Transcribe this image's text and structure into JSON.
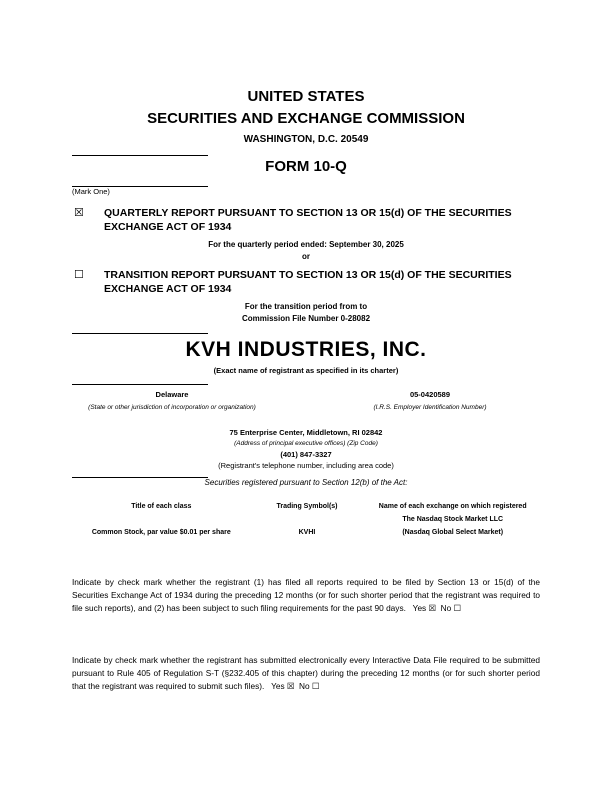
{
  "header": {
    "line1": "UNITED STATES",
    "line2": "SECURITIES AND EXCHANGE COMMISSION",
    "line3": "WASHINGTON, D.C. 20549",
    "form_title": "FORM 10-Q",
    "mark_one": "(Mark One)"
  },
  "quarterly_report": {
    "checkbox": "☒",
    "checked": true,
    "label": "QUARTERLY REPORT PURSUANT TO SECTION 13 OR 15(d) OF THE SECURITIES EXCHANGE ACT OF 1934",
    "period": "For the quarterly period ended: September 30, 2025",
    "or": "or"
  },
  "transition_report": {
    "checkbox": "☐",
    "checked": false,
    "label": "TRANSITION REPORT PURSUANT TO SECTION 13 OR 15(d) OF THE SECURITIES EXCHANGE ACT OF 1934",
    "period": "For the transition period from          to",
    "commission_file": "Commission File Number 0-28082"
  },
  "registrant": {
    "name": "KVH INDUSTRIES, INC.",
    "name_caption": "(Exact name of registrant as specified in its charter)",
    "state": "Delaware",
    "state_caption": "(State or other jurisdiction of incorporation or organization)",
    "ein": "05-0420589",
    "ein_caption": "(I.R.S. Employer Identification Number)",
    "address": "75 Enterprise Center, Middletown, RI 02842",
    "address_caption": "(Address of principal executive offices) (Zip Code)",
    "phone": "(401) 847-3327",
    "phone_caption": "(Registrant's telephone number, including area code)"
  },
  "securities": {
    "heading": "Securities registered pursuant to Section 12(b) of the Act:",
    "columns": [
      "Title of each class",
      "Trading Symbol(s)",
      "Name of each exchange on which registered"
    ],
    "rows": [
      {
        "title": "Common Stock, par value $0.01 per share",
        "symbol": "KVHI",
        "exchange": "The Nasdaq Stock Market LLC",
        "exchange_sub": "(Nasdaq Global Select Market)"
      }
    ]
  },
  "paragraphs": {
    "p1": "Indicate by check mark whether the registrant (1) has filed all reports required to be filed by Section 13 or 15(d) of the Securities Exchange Act of 1934 during the preceding 12 months (or for such shorter period that the registrant was required to file such reports), and (2) has been subject to such filing requirements for the past 90 days.",
    "p1_yes": "Yes ☒",
    "p1_no": "No ☐",
    "p2": "Indicate by check mark whether the registrant has submitted electronically every Interactive Data File required to be submitted pursuant to Rule 405 of Regulation S-T (§232.405 of this chapter) during the preceding 12 months (or for such shorter period that the registrant was required to submit such files).",
    "p2_yes": "Yes ☒",
    "p2_no": "No ☐"
  }
}
